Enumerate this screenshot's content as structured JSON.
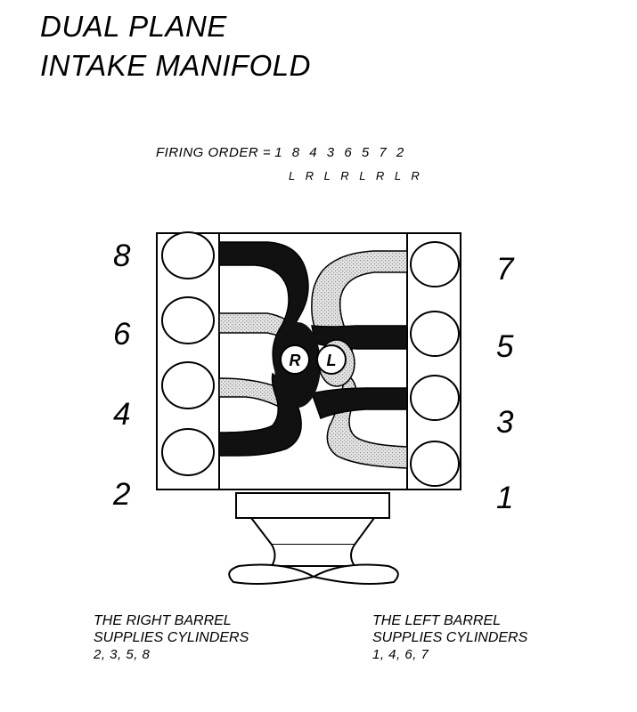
{
  "title": {
    "line1": "DUAL PLANE",
    "line2": "INTAKE MANIFOLD"
  },
  "firing_order": {
    "label": "FIRING ORDER =",
    "sequence": "1 8 4 3 6 5 7 2",
    "sides": "L R L R L R L R"
  },
  "cylinders": {
    "left_bank": [
      "8",
      "6",
      "4",
      "2"
    ],
    "right_bank": [
      "7",
      "5",
      "3",
      "1"
    ]
  },
  "barrels": {
    "right": "R",
    "left": "L"
  },
  "captions": {
    "right": {
      "line1": "THE RIGHT BARREL",
      "line2": "SUPPLIES CYLINDERS",
      "cylinders": "2, 3, 5, 8"
    },
    "left": {
      "line1": "THE LEFT BARREL",
      "line2": "SUPPLIES CYLINDERS",
      "cylinders": "1, 4, 6, 7"
    }
  },
  "colors": {
    "right_runner": "#111111",
    "left_runner": "#cfcfcf",
    "line": "#000000"
  }
}
